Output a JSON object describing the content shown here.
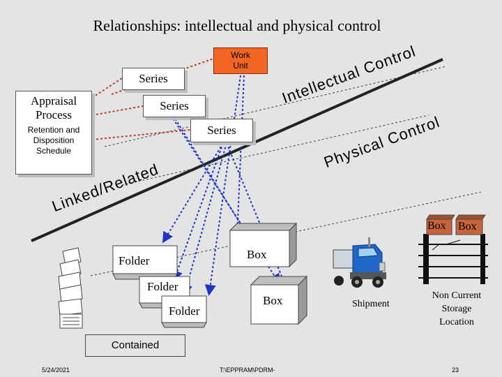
{
  "title": "Relationships:  intellectual and physical control",
  "work_unit": "Work\nUnit",
  "series": [
    "Series",
    "Series",
    "Series"
  ],
  "appraisal": {
    "main": "Appraisal\nProcess",
    "sub": "Retention and\nDisposition\nSchedule"
  },
  "intellectual_control": "Intellectual Control",
  "physical_control": "Physical Control",
  "linked_related": "Linked/Related",
  "folders": [
    "Folder",
    "Folder",
    "Folder"
  ],
  "boxes": [
    "Box",
    "Box"
  ],
  "storage_boxes": [
    "Box",
    "Box"
  ],
  "shipment": "Shipment",
  "storage": "Non Current\nStorage\nLocation",
  "contained": "Contained",
  "footer": {
    "date": "5/24/2021",
    "path": "T:\\EPPRAM\\PDRM-",
    "page": "23"
  },
  "colors": {
    "work_unit": "#f26522",
    "dotted_red": "#c0392b",
    "dotted_blue": "#1f35c8",
    "truck_cab": "#1e66c8",
    "background": "#e4e4e4"
  }
}
